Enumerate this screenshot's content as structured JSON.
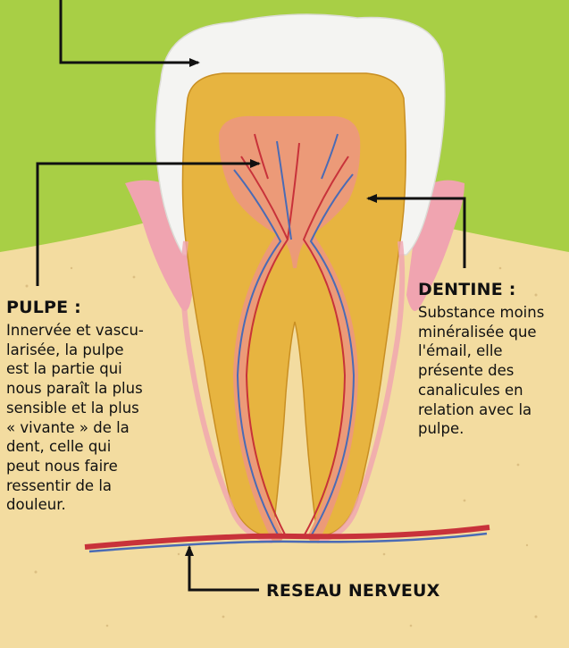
{
  "labels": {
    "pulpe_title": "PULPE :",
    "pulpe_lines": [
      "Innervée et vascu-",
      "larisée, la pulpe",
      "est la partie qui",
      "nous paraît la plus",
      "sensible et la plus",
      "« vivante » de la",
      "dent, celle qui",
      "peut nous faire",
      "ressentir de la",
      "douleur."
    ],
    "dentine_title": "DENTINE :",
    "dentine_lines": [
      "Substance moins",
      "minéralisée que",
      "l'émail, elle",
      "présente des",
      "canalicules en",
      "relation avec la",
      "pulpe."
    ],
    "reseau": "RESEAU NERVEUX"
  },
  "colors": {
    "background_green": "#a8cf45",
    "bone_sand": "#f3dca0",
    "enamel": "#f4f4f2",
    "dentine": "#e7b440",
    "pulp": "#ec9a78",
    "gum": "#f0a4b0",
    "nerve_red": "#c8323a",
    "nerve_blue": "#4a6bb5",
    "arrow": "#111111"
  }
}
